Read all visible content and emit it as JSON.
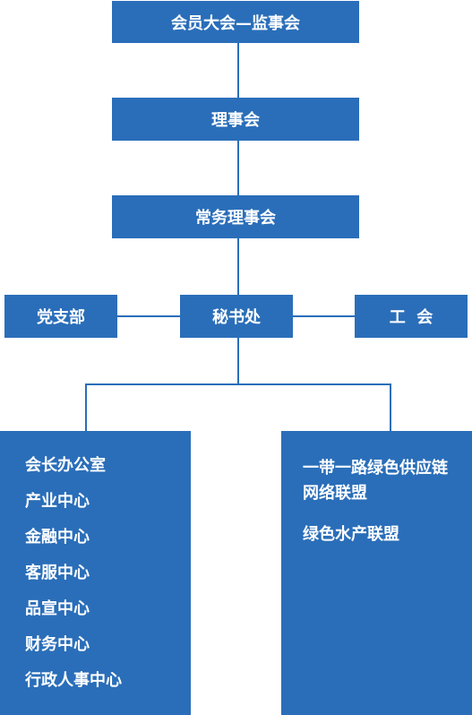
{
  "nodes": {
    "assembly": "会员大会—监事会",
    "council": "理事会",
    "standing_council": "常务理事会",
    "party_branch": "党支部",
    "secretariat": "秘书处",
    "union": "工  会"
  },
  "left_panel": {
    "items": [
      "会长办公室",
      "产业中心",
      "金融中心",
      "客服中心",
      "品宣中心",
      "财务中心",
      "行政人事中心"
    ]
  },
  "right_panel": {
    "items": [
      "一带一路绿色供应链网络联盟",
      "绿色水产联盟"
    ]
  },
  "colors": {
    "box": "#2a6eb9",
    "text": "#ffffff",
    "background": "#ffffff"
  }
}
